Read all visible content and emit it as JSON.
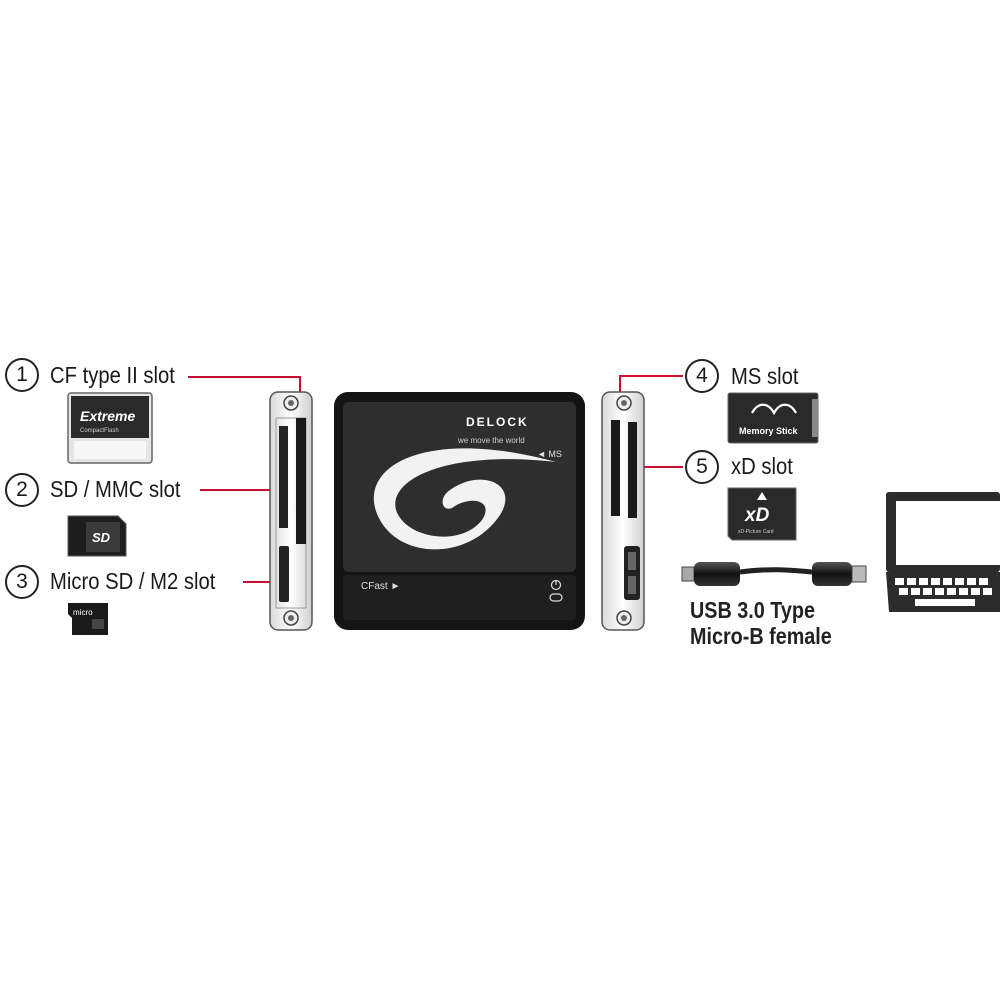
{
  "slots": [
    {
      "number": "1",
      "label": "CF type II slot"
    },
    {
      "number": "2",
      "label": "SD / MMC slot"
    },
    {
      "number": "3",
      "label": "Micro SD / M2 slot"
    },
    {
      "number": "4",
      "label": "MS slot"
    },
    {
      "number": "5",
      "label": "xD slot"
    }
  ],
  "device": {
    "brand": "DELOCK",
    "tagline": "we move the world",
    "ms_mark": "◄ MS",
    "cfast_mark": "CFast ►"
  },
  "cards": {
    "cf_brand": "Extreme",
    "cf_sub": "CompactFlash",
    "sd_mark": "SD",
    "micro_mark": "micro",
    "ms_name": "Memory Stick",
    "xd_mark": "xD",
    "xd_sub": "xD-Picture Card"
  },
  "usb": {
    "line1": "USB 3.0 Type",
    "line2": "Micro-B female"
  },
  "colors": {
    "leader_line": "#c8102e",
    "device_body": "#2a2a2a",
    "device_frame": "#141414"
  },
  "icons": [
    "laptop-icon",
    "usb-cable-icon"
  ]
}
